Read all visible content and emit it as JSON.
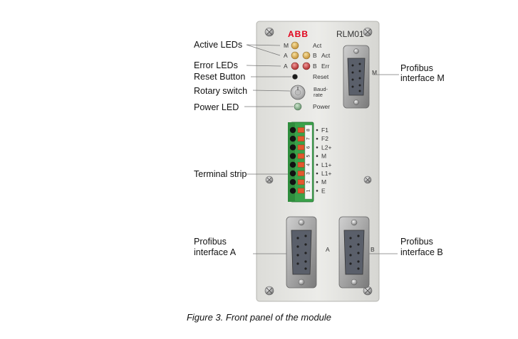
{
  "panel": {
    "brand": "ABB",
    "model": "RLM01",
    "led_labels": {
      "m_left": "M",
      "m_right": "Act",
      "a_act_left": "A",
      "a_act_b": "B",
      "a_act_right": "Act",
      "a_err_left": "A",
      "a_err_b": "B",
      "a_err_right": "Err",
      "reset": "Reset",
      "baud_line1": "Baud-",
      "baud_line2": "rate",
      "power": "Power"
    },
    "port_m_label": "M",
    "port_a_label": "A",
    "port_b_label": "B",
    "terminal": {
      "numbers": [
        "8",
        "7",
        "6",
        "5",
        "4",
        "3",
        "2",
        "1"
      ],
      "labels": [
        "F1",
        "F2",
        "L2+",
        "M",
        "L1+",
        "L1+",
        "M",
        "E"
      ]
    }
  },
  "callouts": {
    "active_leds": "Active LEDs",
    "error_leds": "Error LEDs",
    "reset_button": "Reset Button",
    "rotary_switch": "Rotary switch",
    "power_led": "Power LED",
    "terminal_strip": "Terminal strip",
    "profibus_m_line1": "Profibus",
    "profibus_m_line2": "interface M",
    "profibus_a_line1": "Profibus",
    "profibus_a_line2": "interface A",
    "profibus_b_line1": "Profibus",
    "profibus_b_line2": "interface B"
  },
  "caption": "Figure 3. Front panel of the module",
  "colors": {
    "panel": "#e8e8e4",
    "brand_red": "#e2001a",
    "led_amber": "#d7a641",
    "led_red": "#c53a3a",
    "led_green": "#7fa886",
    "terminal_green": "#3aa24a",
    "terminal_orange": "#e4572e"
  }
}
